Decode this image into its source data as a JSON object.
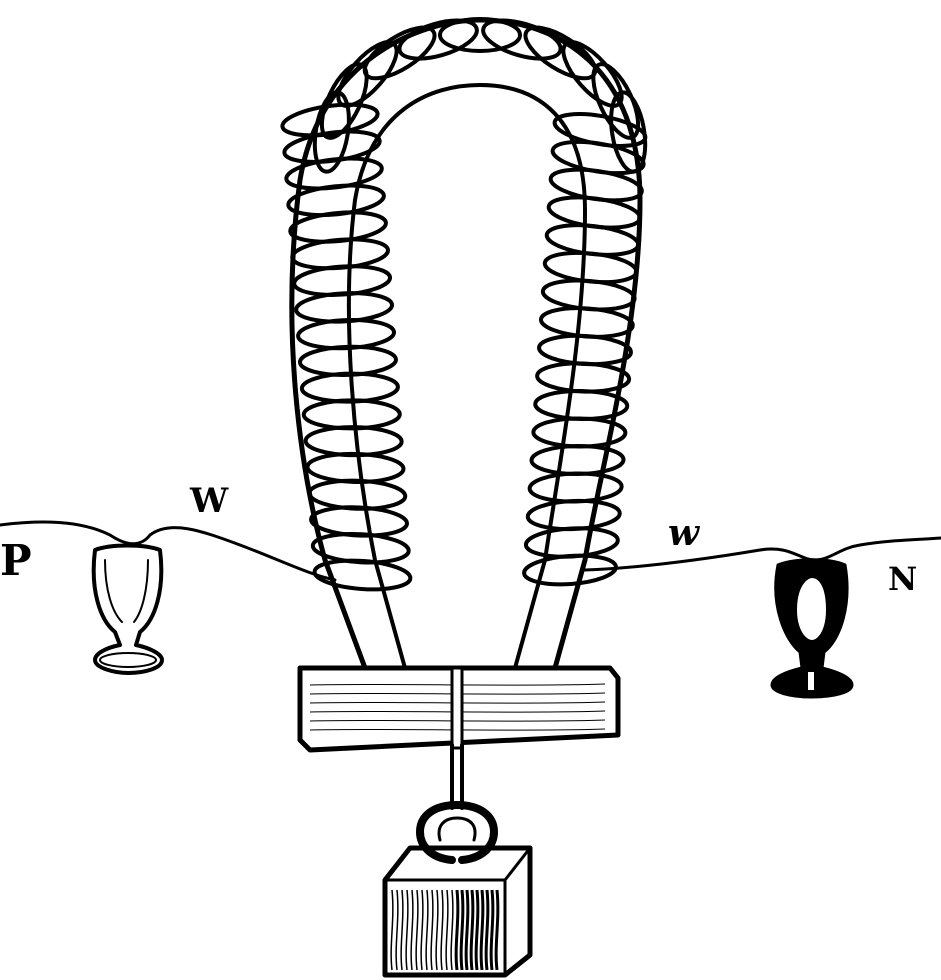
{
  "labels": {
    "positive_terminal": "P",
    "negative_terminal": "N",
    "wire_left": "W",
    "wire_right": "w"
  },
  "icons": {
    "electromagnet": "horseshoe-electromagnet-icon",
    "cup_left": "mercury-cup-icon",
    "cup_right": "mercury-cup-icon",
    "keeper": "armature-bar-icon",
    "weight": "weight-block-icon"
  },
  "colors": {
    "ink": "#000000",
    "paper": "#ffffff"
  }
}
